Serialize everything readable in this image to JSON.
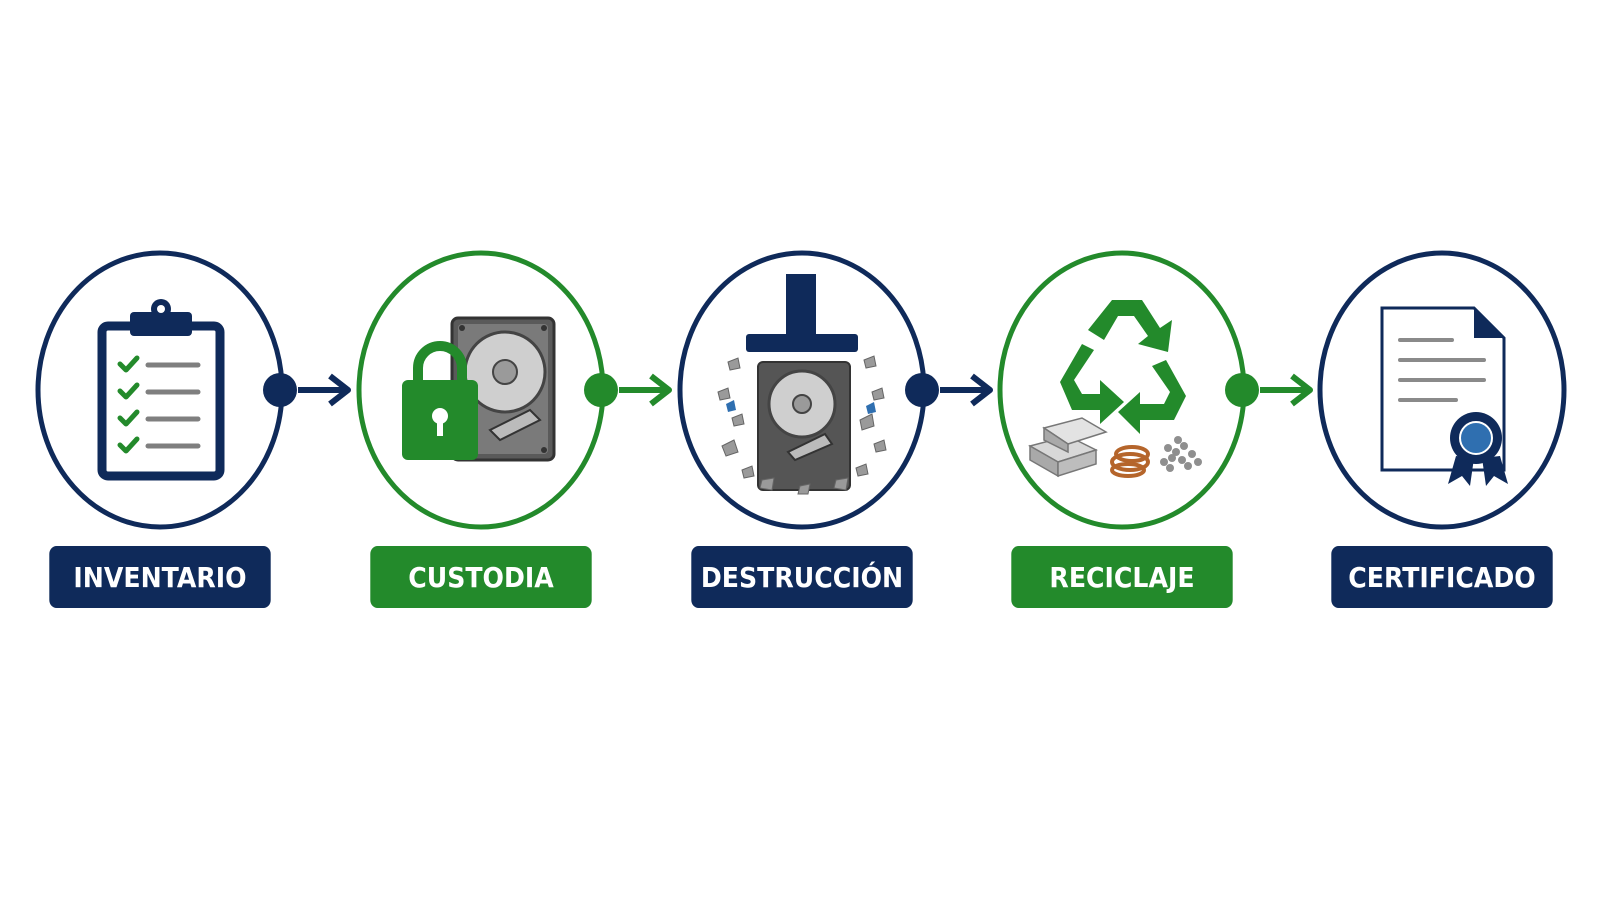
{
  "colors": {
    "navy": "#0f2a5a",
    "green": "#238a2b",
    "gray": "#8a8a8a",
    "copper": "#b5652b"
  },
  "steps": [
    {
      "label": "INVENTARIO",
      "theme": "navy",
      "icon": "clipboard-checklist-icon"
    },
    {
      "label": "CUSTODIA",
      "theme": "green",
      "icon": "padlock-hard-drive-icon"
    },
    {
      "label": "DESTRUCCIÓN",
      "theme": "navy",
      "icon": "hard-drive-shredder-icon"
    },
    {
      "label": "RECICLAJE",
      "theme": "green",
      "icon": "recycle-materials-icon"
    },
    {
      "label": "CERTIFICADO",
      "theme": "navy",
      "icon": "certificate-document-icon"
    }
  ]
}
